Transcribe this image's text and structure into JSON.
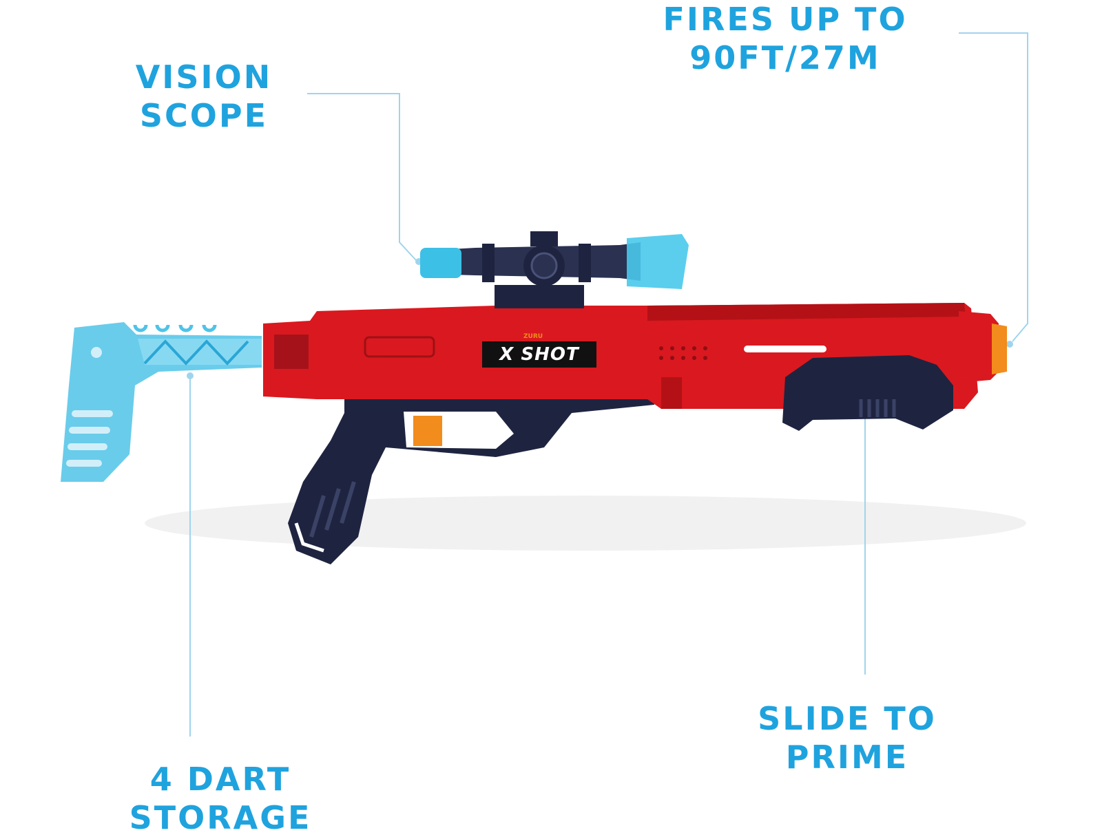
{
  "callouts": {
    "vision_scope": {
      "line1": "VISION",
      "line2": "SCOPE"
    },
    "fires": {
      "line1": "FIRES UP TO",
      "line2": "90FT/27M"
    },
    "slide": {
      "line1": "SLIDE TO",
      "line2": "PRIME"
    },
    "storage": {
      "line1": "4 DART",
      "line2": "STORAGE"
    }
  },
  "brand": {
    "logo": "X SHOT",
    "maker": "ZURU"
  },
  "colors": {
    "text": "#1fa3de",
    "leader": "#9fd4ee",
    "body_red": "#d9191f",
    "navy": "#1e2440",
    "stock_cyan": "#4fc3e8",
    "orange": "#f28c1c"
  }
}
